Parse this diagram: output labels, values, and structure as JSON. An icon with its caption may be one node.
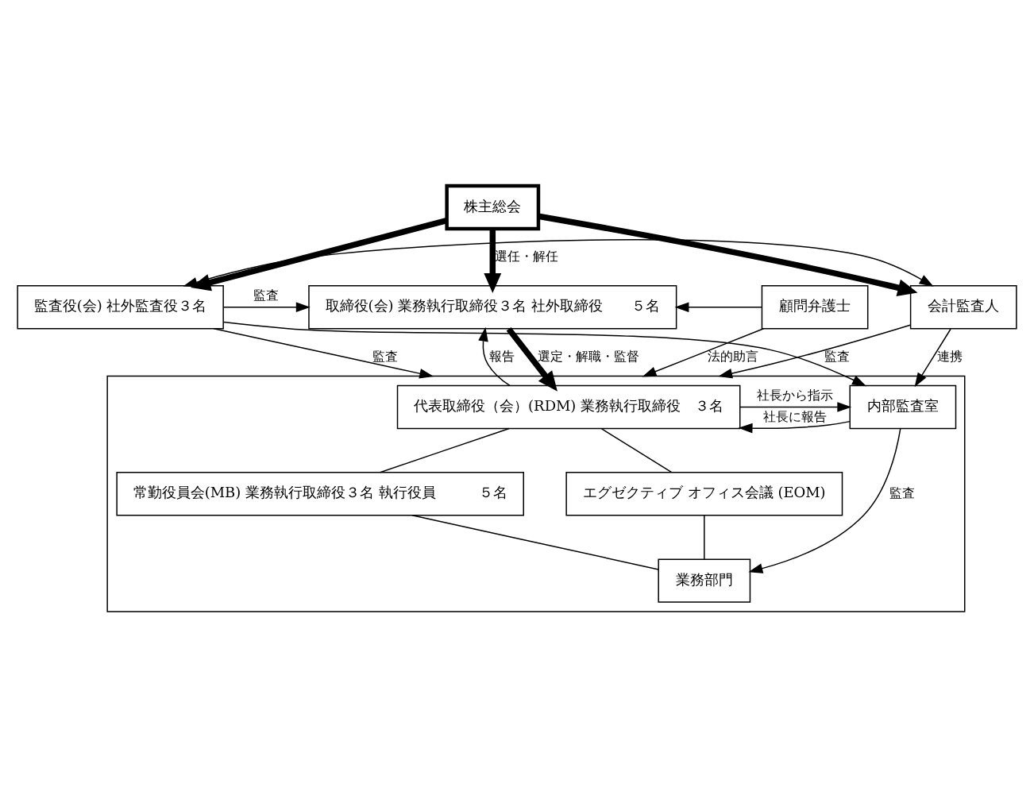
{
  "diagram": {
    "nodes": [
      {
        "text": [
          "株主総会"
        ]
      },
      {
        "text": [
          "取締役(会) 業務執行取締役３名 社外取締役　　５名"
        ]
      },
      {
        "text": [
          "監査役(会) 社外監査役３名"
        ]
      },
      {
        "text": [
          "会計監査人"
        ]
      },
      {
        "text": [
          "顧問弁護士"
        ]
      },
      {
        "text": [],
        "shape": "box"
      },
      {
        "text": [
          "代表取締役（会）(RDM) 業務執行取締役　３名"
        ],
        "in": 5
      },
      {
        "text": [
          "内部監査室"
        ],
        "in": 5
      },
      {
        "text": [
          "エグゼクティブ オフィス会議 (EOM)"
        ],
        "in": 5
      },
      {
        "text": [
          "常勤役員会(MB) 業務執行取締役３名 執行役員　　　５名"
        ],
        "in": 5
      },
      {
        "text": [
          "業務部門"
        ],
        "in": 5
      }
    ],
    "edges": [
      {
        "from": 0,
        "to": 1,
        "arrow": "to",
        "style": "thick",
        "label": "選任・解任"
      },
      {
        "from": 0,
        "to": 2,
        "arrow": "to",
        "style": "thick"
      },
      {
        "from": 0,
        "to": 3,
        "arrow": "to",
        "style": "thick"
      },
      {
        "from": 2,
        "to": 1,
        "arrow": "to",
        "label": "監査"
      },
      {
        "from": 4,
        "to": 1,
        "arrow": "to"
      },
      {
        "from": 4,
        "to": 5,
        "arrow": "to",
        "label": "法的助言"
      },
      {
        "from": 6,
        "to": 1,
        "arrow": "to",
        "label": "報告"
      },
      {
        "from": 1,
        "to": 6,
        "arrow": "to",
        "style": "thick",
        "label": "選定・解職・監督"
      },
      {
        "from": 2,
        "to": 5,
        "arrow": "to",
        "label": "監査"
      },
      {
        "from": 2,
        "to": 3,
        "arrow": "both"
      },
      {
        "from": 2,
        "to": 7,
        "arrow": "to"
      },
      {
        "from": 3,
        "to": 7,
        "arrow": "to",
        "label": "連携"
      },
      {
        "from": 3,
        "to": 5,
        "arrow": "to",
        "label": "監査"
      },
      {
        "from": 7,
        "to": 6,
        "arrow": "to",
        "label": "社長に報告"
      },
      {
        "from": 6,
        "to": 7,
        "arrow": "to",
        "label": "社長から指示"
      },
      {
        "from": 7,
        "to": 10,
        "arrow": "to",
        "label": "監査"
      },
      {
        "from": 6,
        "to": 8,
        "arrow": "none"
      },
      {
        "from": 6,
        "to": 9,
        "arrow": "none"
      },
      {
        "from": 8,
        "to": 10,
        "arrow": "none"
      },
      {
        "from": 9,
        "to": 10,
        "arrow": "none"
      }
    ]
  }
}
